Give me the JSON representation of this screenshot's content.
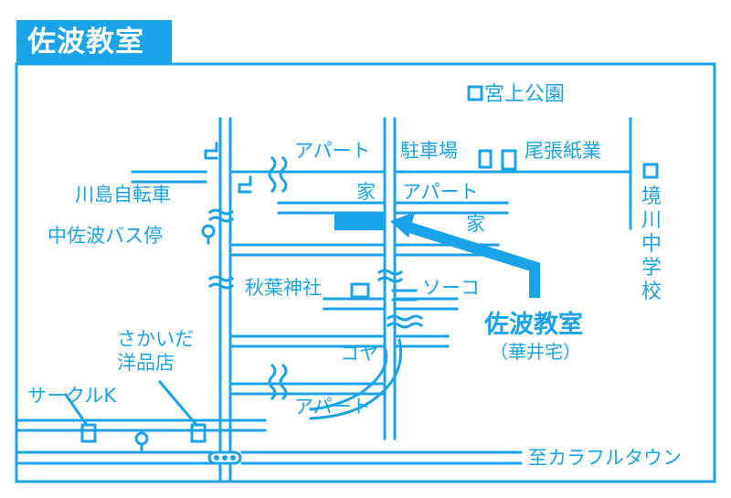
{
  "title": "佐波教室",
  "colors": {
    "accent": "#1aa3e8",
    "background": "#ffffff"
  },
  "labels": {
    "miyagami_park": "宮上公園",
    "apart_top": "アパート",
    "parking": "駐車場",
    "owari_paper": "尾張紙業",
    "kawashima_bicycle": "川島自転車",
    "house_1": "家",
    "apart_mid": "アパート",
    "house_2": "家",
    "bus_stop": "中佐波バス停",
    "sakaigawa_jhs": "境川中学校",
    "akiba_shrine": "秋葉神社",
    "sonko": "ソーコ",
    "classroom_name": "佐波教室",
    "classroom_sub": "（華井宅）",
    "koya": "コヤ",
    "sakaida_store": "さかいだ\n洋品店",
    "circle_k": "サークルK",
    "apart_bottom": "アパート",
    "to_karafuru_town": "至カラフルタウン"
  },
  "icons": [
    "post-office-icon",
    "temple-icon",
    "bus-stop-icon",
    "traffic-light-icon",
    "school-icon",
    "park-icon",
    "shrine-icon",
    "store-icon",
    "destination-arrow-icon"
  ]
}
